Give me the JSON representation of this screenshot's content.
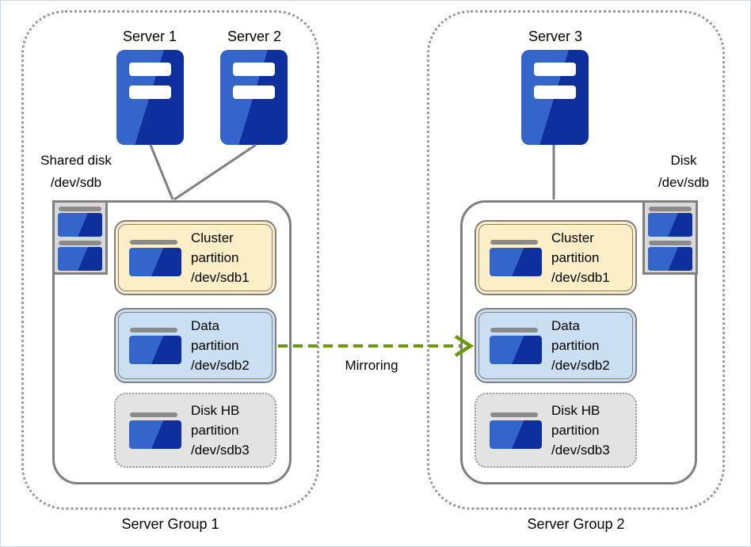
{
  "diagram": {
    "mirroring_label": "Mirroring",
    "colors": {
      "server_blue_light": "#3365cb",
      "server_blue_dark": "#0e309e",
      "outline_gray": "#808080",
      "dotted_border_gray": "#9a9a9a",
      "cluster_partition_fill": "#fceec6",
      "data_partition_fill": "#cbdff2",
      "diskhb_partition_fill": "#e3e3e3",
      "mirroring_arrow_green": "#699b00",
      "disk_tray_fill": "#d9d9d9",
      "disk_bar_gray": "#8a8a8a"
    },
    "groups": [
      {
        "label": "Server Group 1",
        "servers": [
          {
            "label": "Server 1"
          },
          {
            "label": "Server 2"
          }
        ],
        "disk_label": {
          "line1": "Shared disk",
          "line2": "/dev/sdb"
        },
        "partitions": [
          {
            "lines": [
              "Cluster",
              "partition",
              "/dev/sdb1"
            ]
          },
          {
            "lines": [
              "Data",
              "partition",
              "/dev/sdb2"
            ]
          },
          {
            "lines": [
              "Disk HB",
              "partition",
              "/dev/sdb3"
            ]
          }
        ]
      },
      {
        "label": "Server Group 2",
        "servers": [
          {
            "label": "Server 3"
          }
        ],
        "disk_label": {
          "line1": "Disk",
          "line2": "/dev/sdb"
        },
        "partitions": [
          {
            "lines": [
              "Cluster",
              "partition",
              "/dev/sdb1"
            ]
          },
          {
            "lines": [
              "Data",
              "partition",
              "/dev/sdb2"
            ]
          },
          {
            "lines": [
              "Disk HB",
              "partition",
              "/dev/sdb3"
            ]
          }
        ]
      }
    ]
  }
}
